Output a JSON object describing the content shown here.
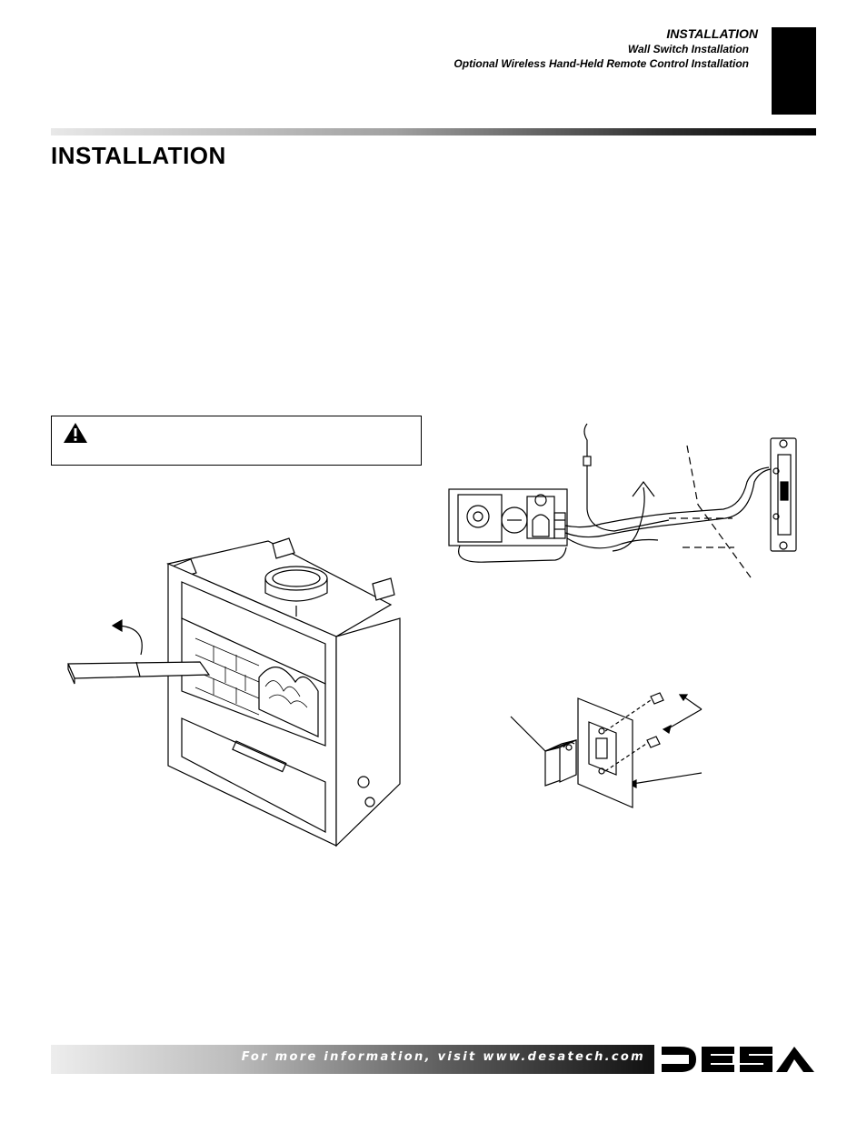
{
  "header": {
    "section": "INSTALLATION",
    "subtitle_1": "Wall Switch Installation",
    "subtitle_2": "Optional Wireless Hand-Held Remote Control Installation"
  },
  "page_title": "INSTALLATION",
  "footer": {
    "text": "For more information, visit www.desatech.com"
  },
  "logo": {
    "name": "DESA"
  },
  "icons": {
    "warning": "warning-triangle-icon"
  },
  "colors": {
    "black_tab": "#000000",
    "footer_text": "#ffffff"
  }
}
